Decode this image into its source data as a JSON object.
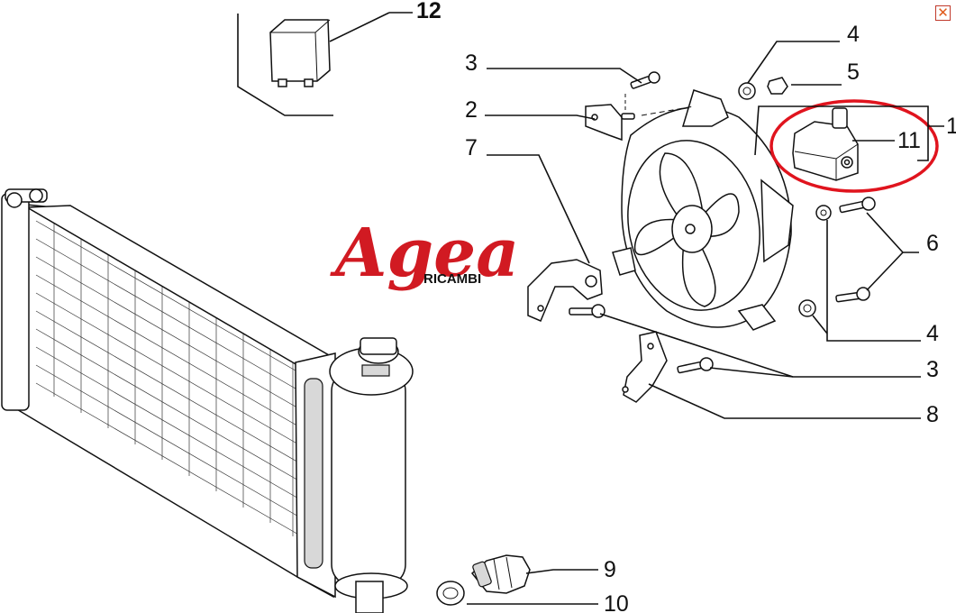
{
  "close_icon": "close-icon",
  "colors": {
    "highlight": "#e0141e",
    "brand_red": "#d11a22",
    "line": "#111111",
    "close_button": "#e05a1a"
  },
  "watermark": {
    "brand": "Agea",
    "sub": "RICAMBI"
  },
  "callouts": {
    "c1": "1",
    "c2": "2",
    "c3_top": "3",
    "c3_bottom": "3",
    "c4_top": "4",
    "c4_bottom": "4",
    "c5": "5",
    "c6": "6",
    "c7": "7",
    "c8": "8",
    "c9": "9",
    "c10": "10",
    "c11": "11",
    "c12": "12"
  }
}
